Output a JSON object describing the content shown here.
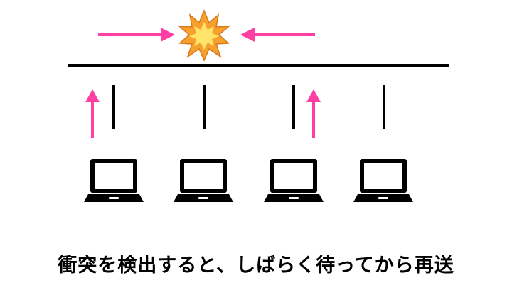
{
  "caption": "衝突を検出すると、しばらく待ってから再送",
  "colors": {
    "bus_line": "#000000",
    "arrow": "#ff3fa4",
    "laptop": "#000000",
    "explosion_outer": "#f6a12c",
    "explosion_inner": "#ffe36b"
  },
  "icons": {
    "collision": "explosion-icon",
    "computer": "laptop-icon"
  },
  "computers": [
    "laptop-1",
    "laptop-2",
    "laptop-3",
    "laptop-4"
  ],
  "sending_computers": [
    1,
    3
  ]
}
